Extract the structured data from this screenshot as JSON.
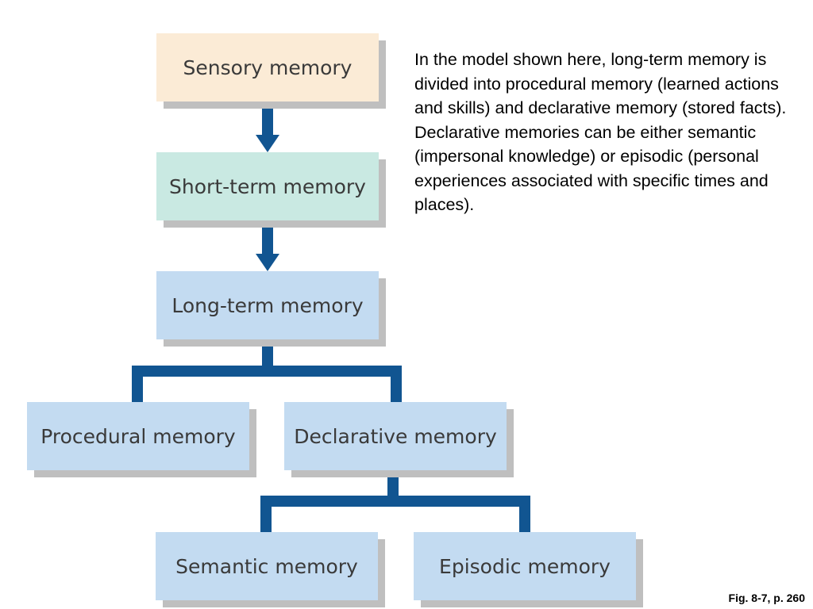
{
  "colors": {
    "sensory": "#fbebd6",
    "short_term": "#c9e9e2",
    "long_term": "#c3dbf1",
    "connector": "#115591",
    "shadow": "#bfbfbf"
  },
  "diagram": {
    "nodes": {
      "sensory": "Sensory memory",
      "short_term": "Short-term memory",
      "long_term": "Long-term memory",
      "procedural": "Procedural memory",
      "declarative": "Declarative memory",
      "semantic": "Semantic memory",
      "episodic": "Episodic memory"
    }
  },
  "caption": "In the model shown here, long-term memory is divided into procedural memory (learned actions and skills) and declarative memory (stored facts). Declarative memories can be either semantic (impersonal knowledge) or episodic (personal experiences associated with specific times and places).",
  "figure_ref": "Fig. 8-7, p. 260"
}
